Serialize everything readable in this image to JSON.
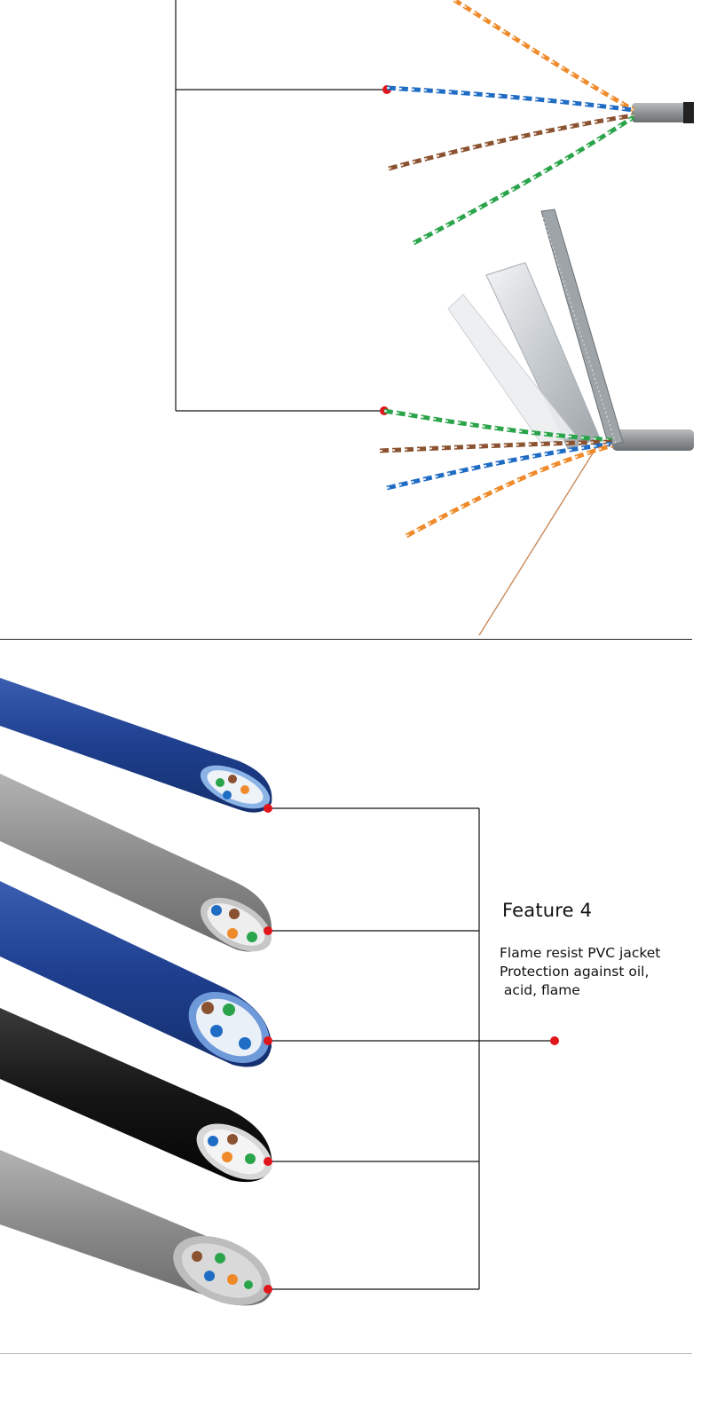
{
  "feature": {
    "title": "Feature 4",
    "lines": [
      "Flame resist PVC jacket",
      "Protection against oil,",
      " acid, flame"
    ]
  },
  "colors": {
    "callout_dot": "#e0161b",
    "callout_line": "#111111",
    "wire_blue": "#1f6cc4",
    "wire_orange": "#ef8a2a",
    "wire_green": "#2aa44a",
    "wire_brown": "#8a5230",
    "jacket_blue": "#1e3f8e",
    "jacket_gray": "#8a8a8a",
    "jacket_black": "#151515",
    "foil_silver": "#cfd3d6"
  },
  "icons": [
    "callout-dot-icon"
  ]
}
